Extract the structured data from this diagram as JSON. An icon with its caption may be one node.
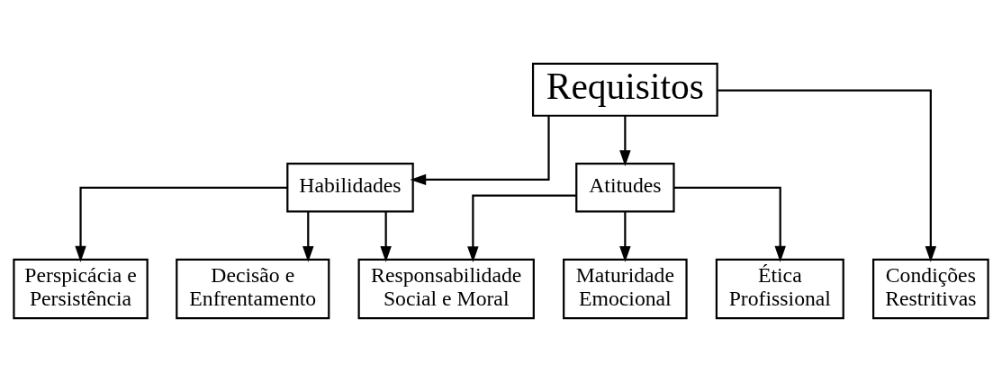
{
  "diagram": {
    "nodes": [
      {
        "text": [
          "Requisitos"
        ]
      },
      {
        "text": [
          "Habilidades"
        ]
      },
      {
        "text": [
          "Atitudes"
        ]
      },
      {
        "text": [
          "Perspicácia e Persistência"
        ]
      },
      {
        "text": [
          "Responsabilidade Social e Moral"
        ]
      },
      {
        "text": [
          "Decisão e Enfrentamento"
        ]
      },
      {
        "text": [
          "Maturidade Emocional"
        ]
      },
      {
        "text": [
          "Ética Profissional"
        ]
      },
      {
        "text": [
          "Condições Restritivas"
        ]
      }
    ],
    "edges": [
      {
        "from": 0,
        "to": 1,
        "arrow": "to"
      },
      {
        "from": 0,
        "to": 2,
        "arrow": "to"
      },
      {
        "from": 0,
        "to": 8,
        "arrow": "to"
      },
      {
        "from": 1,
        "to": 3,
        "arrow": "to"
      },
      {
        "from": 1,
        "to": 4,
        "arrow": "to"
      },
      {
        "from": 1,
        "to": 5,
        "arrow": "to"
      },
      {
        "from": 2,
        "to": 4,
        "arrow": "to"
      },
      {
        "from": 2,
        "to": 6,
        "arrow": "to"
      },
      {
        "from": 2,
        "to": 7,
        "arrow": "to"
      }
    ]
  }
}
